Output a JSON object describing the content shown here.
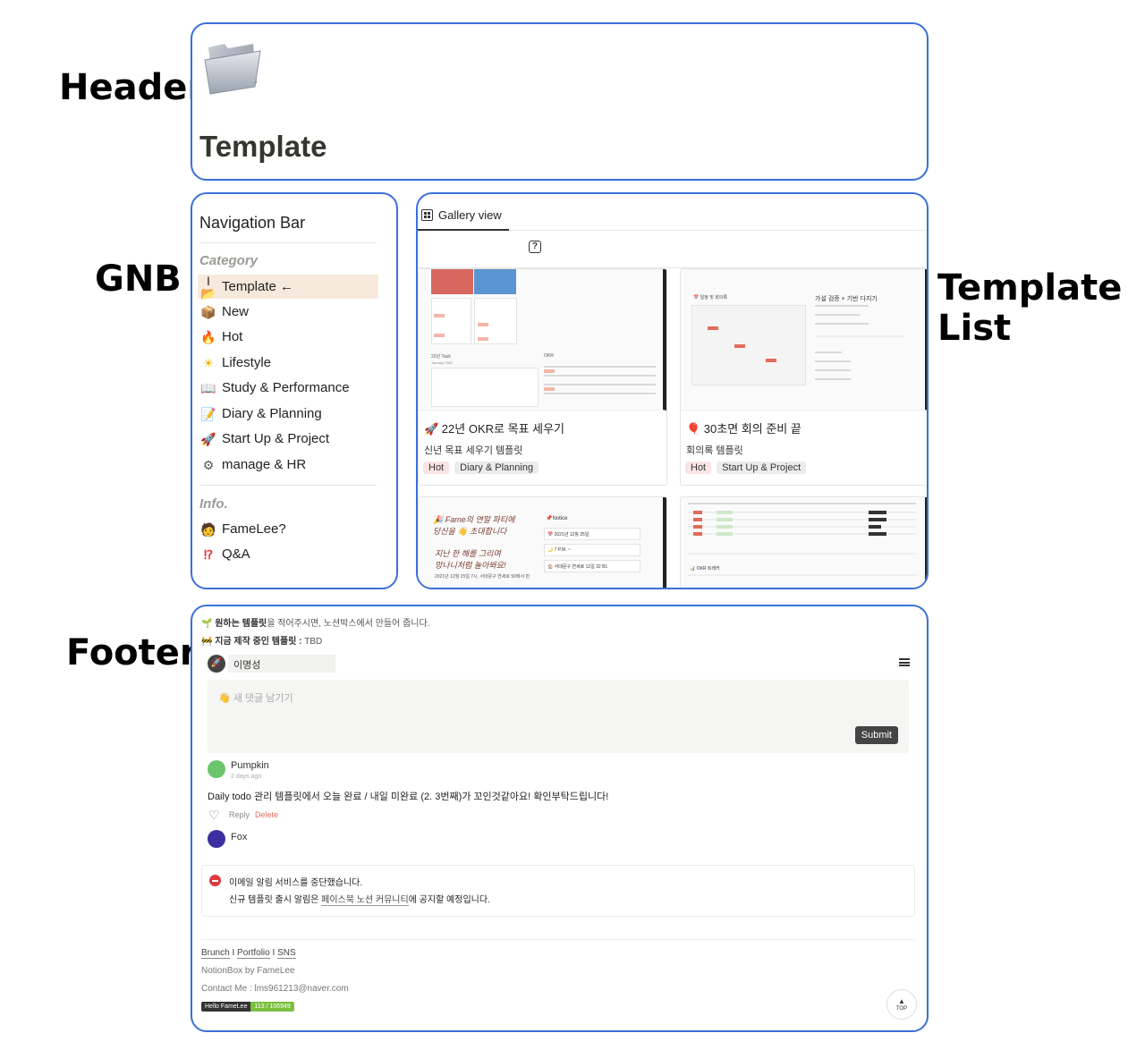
{
  "section_labels": {
    "header": "Header",
    "gnb": "GNB",
    "template_list_line1": "Template",
    "template_list_line2": "List",
    "footer": "Footer"
  },
  "header": {
    "icon": "folder-icon",
    "title": "Template"
  },
  "nav": {
    "title": "Navigation Bar",
    "category_label": "Category",
    "items": [
      {
        "icon": "folder-icon",
        "label": "Template ←",
        "active": true
      },
      {
        "icon": "package-icon",
        "label": "New"
      },
      {
        "icon": "fire-icon",
        "label": "Hot"
      },
      {
        "icon": "sun-icon",
        "label": "Lifestyle"
      },
      {
        "icon": "book-icon",
        "label": "Study & Performance"
      },
      {
        "icon": "notepad-icon",
        "label": "Diary & Planning"
      },
      {
        "icon": "rocket-icon",
        "label": "Start Up & Project"
      },
      {
        "icon": "gear-icon",
        "label": "manage & HR"
      }
    ],
    "info_label": "Info.",
    "info_items": [
      {
        "icon": "person-icon",
        "label": "FameLee?"
      },
      {
        "icon": "exclamation-question-icon",
        "label": "Q&A"
      }
    ]
  },
  "gallery": {
    "tab_label": "Gallery view",
    "cards": [
      {
        "title": "🚀 22년 OKR로 목표 세우기",
        "subtitle": "신년 목표 세우기 템플릿",
        "tags": [
          "Hot",
          "Diary & Planning"
        ]
      },
      {
        "title": "🎈 30초면 회의 준비 끝",
        "subtitle": "회의록 템플릿",
        "tags": [
          "Hot",
          "Start Up & Project"
        ]
      }
    ],
    "card_thumb_1": {
      "heading": "22년 Task",
      "sub": "January 2022",
      "okr": "OKR"
    },
    "card_thumb_2": {
      "left": "📅 일정 및 회의록",
      "right": "가설 검증 + 기반 다지기"
    },
    "card_thumb_3": {
      "line1": "🎉 Fame의 연말 파티에",
      "line2": "당신을 👋 초대합니다",
      "line3": "지난 한 해를 그리며",
      "line4": "망나니처럼 놀아봐요!",
      "line5": "2021년 12월 25일 7시, 서대문구 연세로 50에서 만",
      "notice": "📌Notice",
      "date": "📅 2021년 12월 25일",
      "time": "🌙 7 P.M. ~",
      "place": "🏠 서대문구 연세로 12길 32 B1"
    },
    "card_thumb_4": {
      "okr": "📊 OKR 트래커"
    },
    "colors": {
      "tag_hot_bg": "#fbe4e4",
      "tag_category_bg": "#ebeced",
      "thumb_red": "#d8675f",
      "thumb_blue": "#5b95d1"
    }
  },
  "footer": {
    "request_line_bold": "원하는 템플릿",
    "request_line_rest": "을 적어주시면, 노션박스에서 만들어 줍니다.",
    "wip_line_bold": "지금 제작 중인 템플릿 :",
    "wip_line_rest": "TBD",
    "user_name": "이명성",
    "comment_placeholder": "👋 새 댓글 남기기",
    "submit_label": "Submit",
    "comments": [
      {
        "author": "Pumpkin",
        "time": "2 days ago",
        "text": "Daily todo 관리 템플릿에서 오늘 완료 / 내일 미완료 (2. 3번째)가 꼬인것같아요! 확인부탁드립니다!"
      }
    ],
    "reply_label": "Reply",
    "delete_label": "Delete",
    "second_author": "Fox",
    "notice_line1": "이메일 알림 서비스를 중단했습니다.",
    "notice_line2_prefix": "신규 템플릿 출시 알림은 ",
    "notice_line2_link": "페이스북 노션 커뮤니티",
    "notice_line2_suffix": "에 공지할 예정입니다.",
    "links": [
      "Brunch",
      "Portfolio",
      "SNS"
    ],
    "link_sep": " I ",
    "byline": "NotionBox by FameLee",
    "contact": "Contact Me : lms961213@naver.com",
    "badge_left": "Hello FameLee",
    "badge_right": "113 / 106949",
    "top_label": "TOP"
  }
}
